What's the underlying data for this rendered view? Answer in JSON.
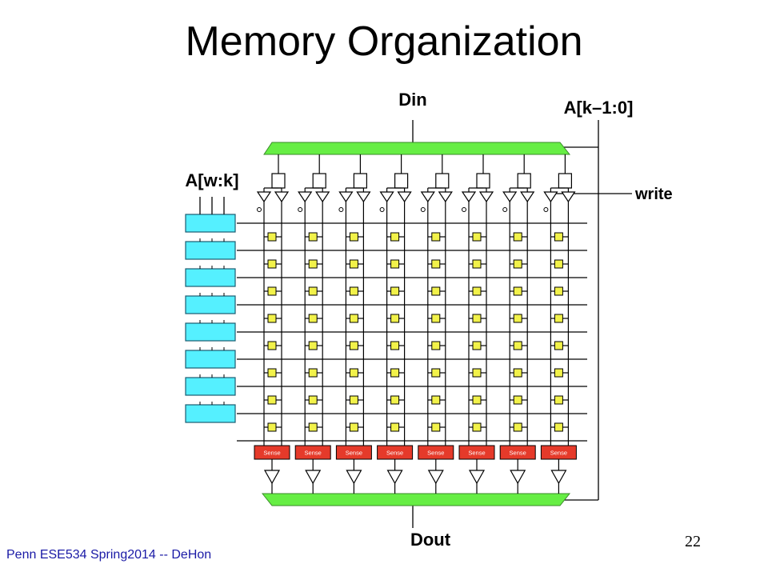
{
  "slide": {
    "title": "Memory Organization",
    "footer": "Penn ESE534 Spring2014 -- DeHon",
    "page_number": "22"
  },
  "diagram": {
    "labels": {
      "din": "Din",
      "dout": "Dout",
      "addr_high": "A[k–1:0]",
      "addr_row": "A[w:k]",
      "write": "write"
    },
    "sense_label": "Sense",
    "rows": 8,
    "columns": 8,
    "colors": {
      "bus": "#66ee44",
      "decoder": "#55f0ff",
      "cell": "#f2f24a",
      "sense": "#e53a2a"
    }
  }
}
